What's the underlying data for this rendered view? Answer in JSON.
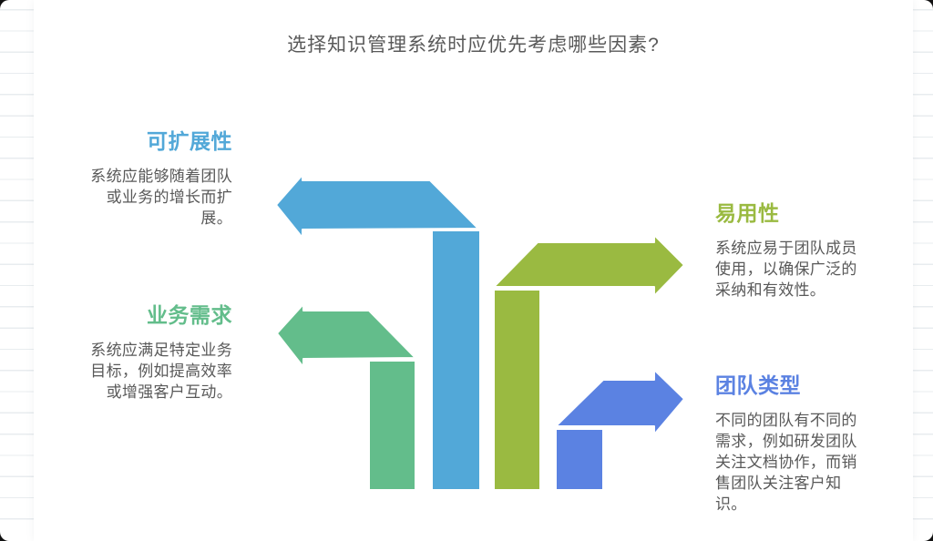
{
  "page": {
    "title": "选择知识管理系统时应优先考虑哪些因素?",
    "title_color": "#595959",
    "body_text_color": "#595959",
    "ruled_line_color": "#e8ecef",
    "card_bg": "#ffffff"
  },
  "factors": [
    {
      "id": "scalability",
      "label": "可扩展性",
      "description": "系统应能够随着团队\n或业务的增长而扩\n展。",
      "color": "#52a8d8",
      "side": "left",
      "arrow_direction": "left"
    },
    {
      "id": "business-needs",
      "label": "业务需求",
      "description": "系统应满足特定业务\n目标，例如提高效率\n或增强客户互动。",
      "color": "#63bd8b",
      "side": "left",
      "arrow_direction": "left"
    },
    {
      "id": "ease-of-use",
      "label": "易用性",
      "description": "系统应易于团队成员\n使用，以确保广泛的\n采纳和有效性。",
      "color": "#9aba41",
      "side": "right",
      "arrow_direction": "right"
    },
    {
      "id": "team-type",
      "label": "团队类型",
      "description": "不同的团队有不同的\n需求，例如研发团队\n关注文档协作，而销\n售团队关注客户知\n识。",
      "color": "#5b82e2",
      "side": "right",
      "arrow_direction": "right"
    }
  ]
}
